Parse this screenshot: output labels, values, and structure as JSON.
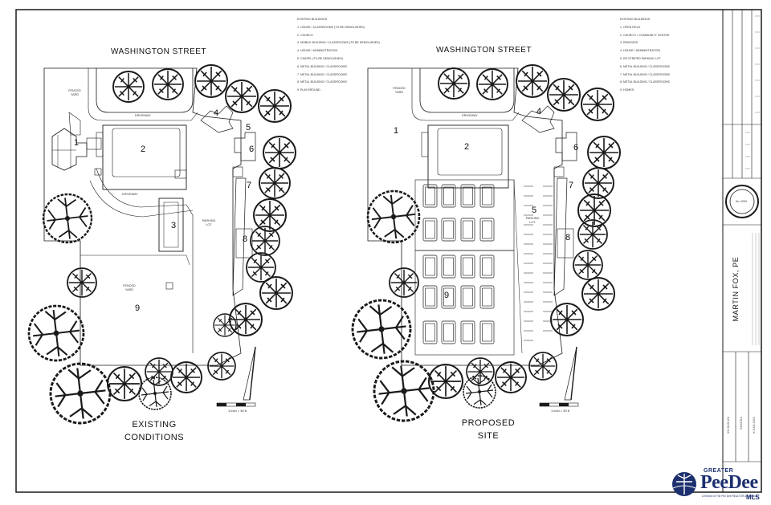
{
  "street_name": "WASHINGTON STREET",
  "left_plan": {
    "caption_line1": "EXISTING",
    "caption_line2": "CONDITIONS",
    "legend": [
      "1. HOUSE / CLASSROOMS (TO BE DEMOLISHED)",
      "2. CHURCH",
      "3. MOBILE BUILDING / CLASSROOMS (TO BE DEMOLISHED)",
      "4. HOUSE / ADMINISTRATION",
      "5. CHAPEL (TO BE DEMOLISHED)",
      "6. METAL BUILDING / CLASSROOMS",
      "7. METAL BUILDING / CLASSROOMS",
      "8. METAL BUILDING / CLASSROOMS",
      "9. PLAYGROUND"
    ],
    "building_numbers": [
      "1",
      "2",
      "3",
      "4",
      "5",
      "6",
      "7",
      "8",
      "9"
    ],
    "labels": {
      "fenced_yard": "FENCED YARD",
      "driveway_top": "DRIVEWAY",
      "driveway_mid": "DRIVEWAY",
      "parking_lot": "PARKING LOT",
      "fenced_yard_lower": "FENCED YARD"
    },
    "scale": "1 inch = 30 ft"
  },
  "right_plan": {
    "caption_line1": "PROPOSED",
    "caption_line2": "SITE",
    "legend": [
      "1. OPEN FIELD",
      "2. CHURCH + COMMUNITY CENTER",
      "3. REMOVED",
      "4. HOUSE / ADMINISTRATION",
      "5. RE-STRIPED PARKING LOT",
      "6. METAL BUILDING / CLASSROOMS",
      "7. METAL BUILDING / CLASSROOMS",
      "8. METAL BUILDING / CLASSROOMS",
      "9. HOMES"
    ],
    "building_numbers": [
      "1",
      "2",
      "4",
      "5",
      "6",
      "7",
      "8",
      "9"
    ],
    "labels": {
      "fenced_yard": "FENCED YARD",
      "driveway_top": "DRIVEWAY",
      "parking_lot": "PARKING LOT"
    },
    "scale": "1 inch = 30 ft"
  },
  "title_block": {
    "engineer_name": "MARTIN FOX, PE",
    "seal_text": "No. 0000",
    "sheet_codes": [
      "XX.XXX.XX",
      "XXXXXX",
      "X.XXX.XXX"
    ]
  },
  "logo": {
    "greater": "GREATER",
    "name": "PeeDee",
    "mls": "MLS",
    "tagline": "A Service of The Pee Dee REALTOR Association"
  },
  "colors": {
    "line": "#1a1a1a",
    "logo_blue": "#1c2f6e"
  }
}
